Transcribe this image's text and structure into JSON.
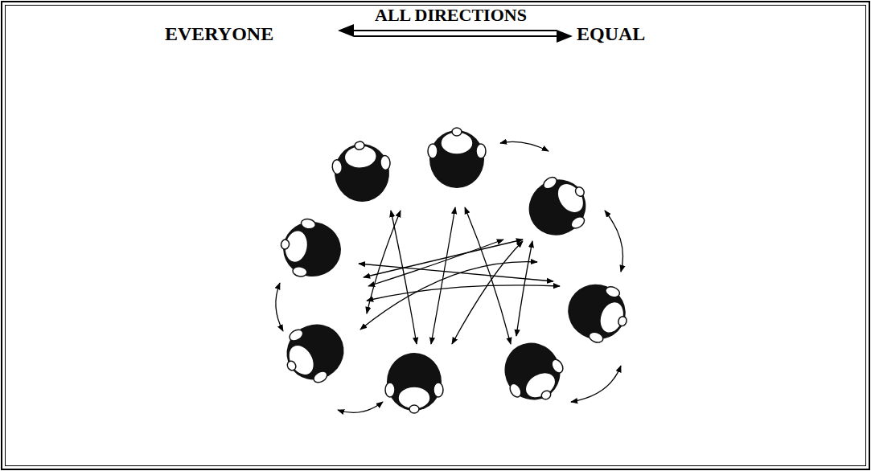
{
  "diagram": {
    "labels": [
      "ALL DIRECTIONS",
      "EVERYONE",
      "EQUAL"
    ]
  }
}
